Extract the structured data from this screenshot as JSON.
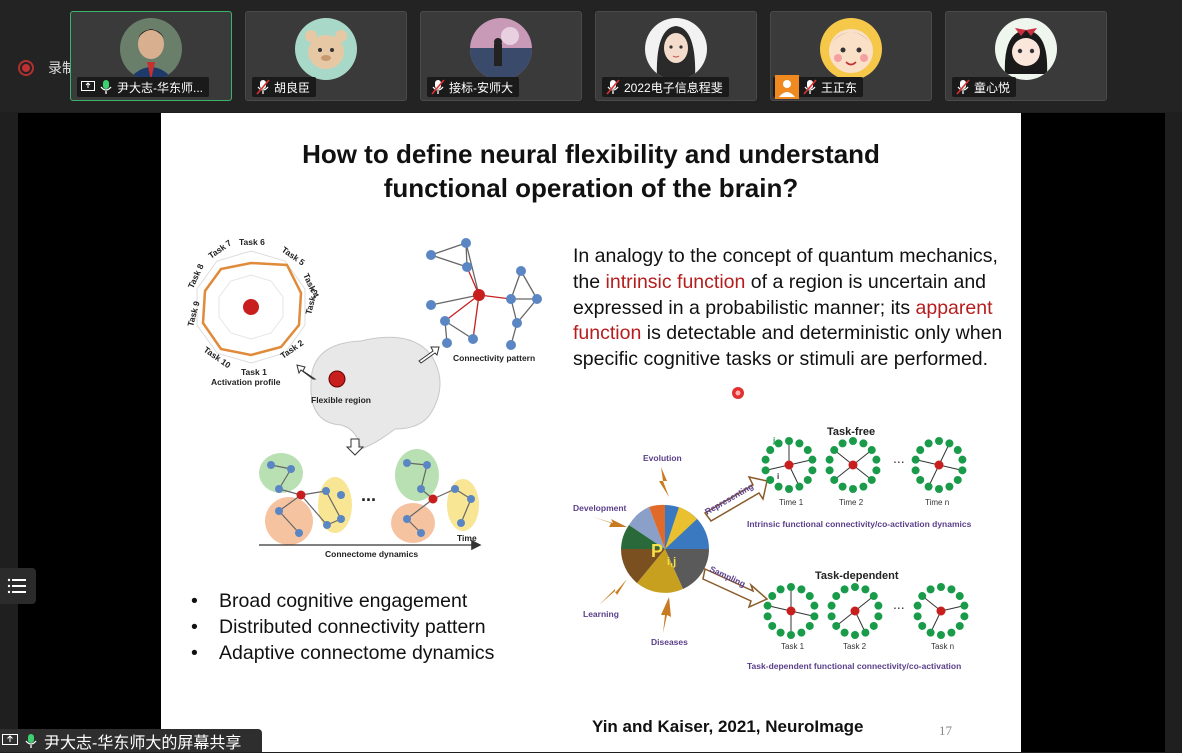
{
  "recording": {
    "label": "录制中"
  },
  "participants": [
    {
      "name": "尹大志-华东师..."
    },
    {
      "name": "胡良臣"
    },
    {
      "name": "接标-安师大"
    },
    {
      "name": "2022电子信息程斐"
    },
    {
      "name": "王正东"
    },
    {
      "name": "童心悦"
    }
  ],
  "slide": {
    "title_line1": "How to define neural flexibility and understand",
    "title_line2": "functional operation of the brain?",
    "para": {
      "p1": "In analogy to the concept of quantum mechanics, the ",
      "r1": "intrinsic function",
      "p2": " of a region is uncertain and expressed in a probabilistic manner; its ",
      "r2": "apparent function",
      "p3": " is detectable and deterministic only when specific cognitive tasks or stimuli are performed."
    },
    "bullets": [
      "Broad cognitive engagement",
      "Distributed connectivity pattern",
      "Adaptive connectome dynamics"
    ],
    "citation": "Yin and Kaiser, 2021, NeuroImage",
    "page_number": "17",
    "left_figure": {
      "tasks": [
        "Task 1",
        "Task 2",
        "Task 3",
        "Task 4",
        "Task 5",
        "Task 6",
        "Task 7",
        "Task 8",
        "Task 9",
        "Task 10"
      ],
      "activation_profile": "Activation profile",
      "flexible_region": "Flexible region",
      "connectivity_pattern": "Connectivity pattern",
      "connectome_dynamics": "Connectome dynamics",
      "time": "Time",
      "ellipsis": "..."
    },
    "right_figure": {
      "task_free": "Task-free",
      "task_dependent": "Task-dependent",
      "evolution": "Evolution",
      "development": "Development",
      "learning": "Learning",
      "diseases": "Diseases",
      "representing": "Representing",
      "sampling": "Sampling",
      "pij": "P",
      "pij_sub": "i,j",
      "intrinsic_caption": "Intrinsic functional connectivity/co-activation dynamics",
      "task_caption": "Task-dependent functional connectivity/co-activation",
      "time_labels": [
        "Time 1",
        "Time 2",
        "Time n"
      ],
      "task_labels": [
        "Task 1",
        "Task 2",
        "Task n"
      ],
      "node_i": "i",
      "node_j": "j",
      "ellipsis": "..."
    }
  },
  "share": {
    "label": "尹大志-华东师大的屏幕共享"
  },
  "colors": {
    "accent_red": "#b51d1d",
    "active_green": "#3bb36b",
    "node_blue": "#5b86c4",
    "node_green": "#1a9b4a"
  }
}
